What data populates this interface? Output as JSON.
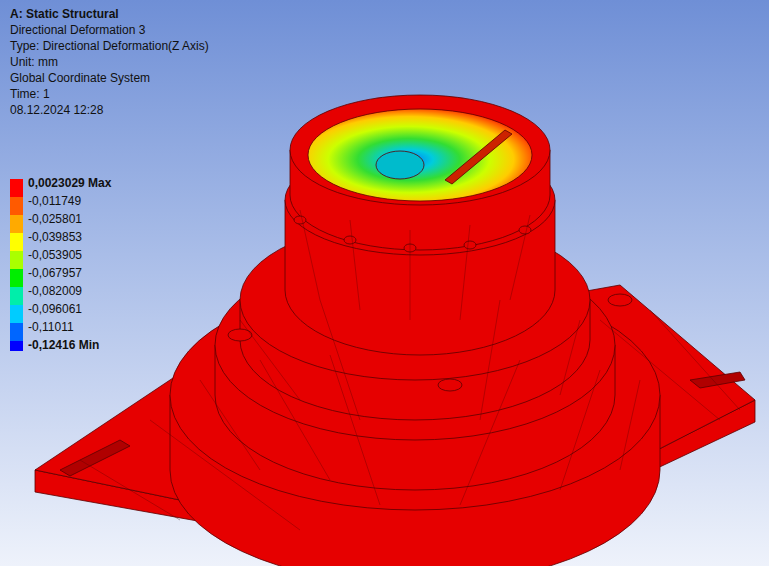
{
  "diagram": {
    "title": "A: Static Structural",
    "labels": [
      "Directional Deformation 3",
      "Type: Directional Deformation(Z Axis)",
      "Unit: mm",
      "Global Coordinate System",
      "Time: 1",
      "08.12.2024 12:28"
    ],
    "legend": [
      {
        "text": "0,0023029 Max",
        "color": "#ff0000"
      },
      {
        "text": "-0,011749",
        "color": "#ff5a00"
      },
      {
        "text": "-0,025801",
        "color": "#ffaa00"
      },
      {
        "text": "-0,039853",
        "color": "#ffff00"
      },
      {
        "text": "-0,053905",
        "color": "#aaff00"
      },
      {
        "text": "-0,067957",
        "color": "#00ee00"
      },
      {
        "text": "-0,082009",
        "color": "#00eeaa"
      },
      {
        "text": "-0,096061",
        "color": "#00ccff"
      },
      {
        "text": "-0,11011",
        "color": "#0066ff"
      },
      {
        "text": "-0,12416 Min",
        "color": "#0000ff"
      }
    ]
  }
}
